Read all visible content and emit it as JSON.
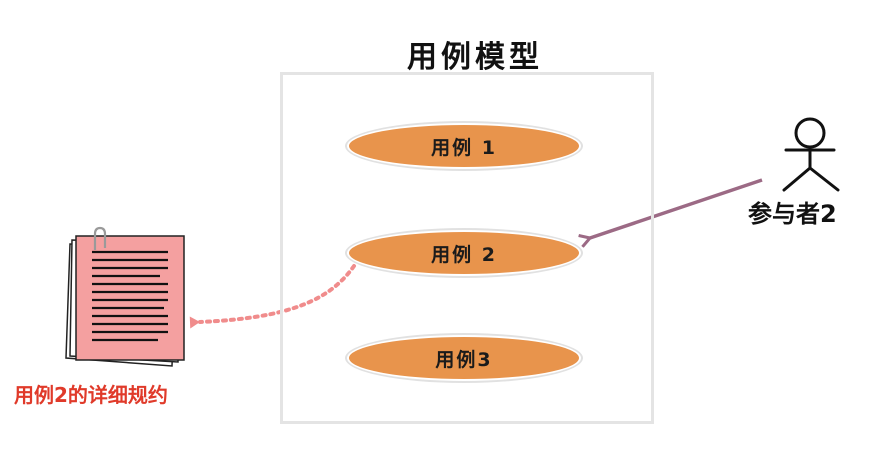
{
  "model": {
    "title": "用例模型"
  },
  "use_cases": [
    {
      "label": "用例 1"
    },
    {
      "label": "用例 2"
    },
    {
      "label": "用例3"
    }
  ],
  "actor": {
    "label": "参与者2"
  },
  "document": {
    "label": "用例2的详细规约"
  },
  "colors": {
    "use_case_fill": "#e8944c",
    "association_line": "#9c6a85",
    "dependency_line": "#f08c8c",
    "document_fill": "#f4a0a0",
    "spec_label": "#e03a2a"
  }
}
